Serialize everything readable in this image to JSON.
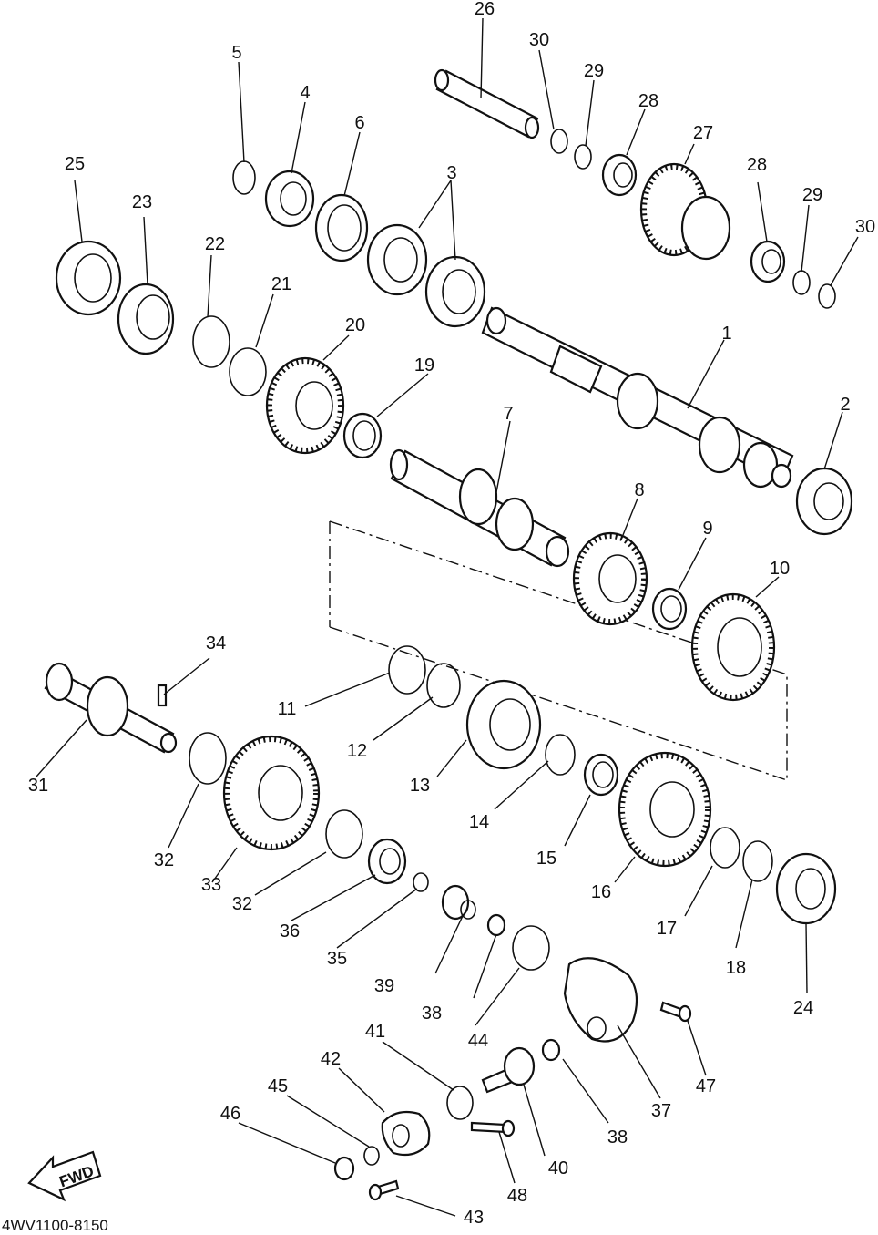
{
  "diagram": {
    "code": "4WV1100-8150",
    "fwd_label": "FWD",
    "callouts": [
      "1",
      "2",
      "3",
      "4",
      "5",
      "6",
      "7",
      "8",
      "9",
      "10",
      "11",
      "12",
      "13",
      "14",
      "15",
      "16",
      "17",
      "18",
      "19",
      "20",
      "21",
      "22",
      "23",
      "24",
      "25",
      "26",
      "27",
      "28",
      "28",
      "29",
      "29",
      "30",
      "30",
      "31",
      "32",
      "32",
      "33",
      "34",
      "35",
      "36",
      "37",
      "38",
      "38",
      "39",
      "40",
      "41",
      "42",
      "43",
      "44",
      "45",
      "46",
      "47",
      "48"
    ]
  }
}
